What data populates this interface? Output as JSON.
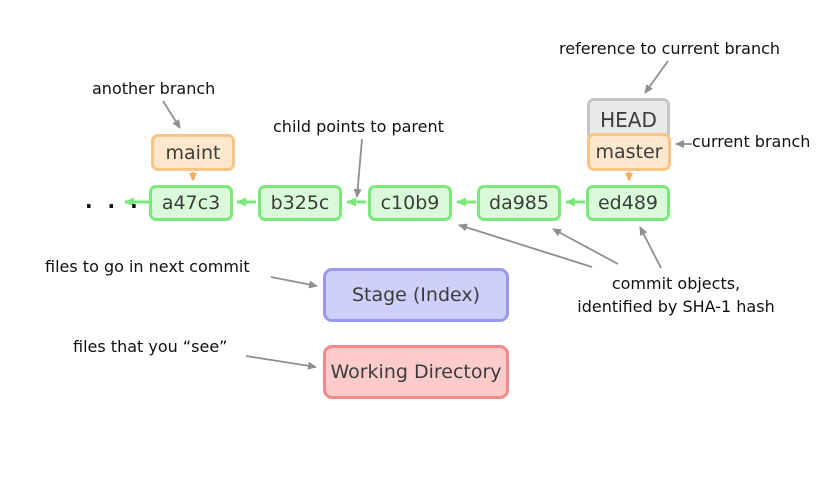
{
  "diagram": {
    "ellipsis": ". . .",
    "labels": {
      "another_branch": "another branch",
      "child_points_to_parent": "child points to parent",
      "reference_to_current_branch": "reference to current branch",
      "current_branch": "current branch",
      "files_next_commit": "files to go in next commit",
      "files_you_see": "files that you “see”",
      "commit_objects_line1": "commit objects,",
      "commit_objects_line2": "identified by SHA-1 hash"
    },
    "nodes": {
      "head": {
        "label": "HEAD"
      },
      "master": {
        "label": "master"
      },
      "maint": {
        "label": "maint"
      },
      "stage": {
        "label": "Stage (Index)"
      },
      "working_directory": {
        "label": "Working Directory"
      }
    },
    "commits": [
      {
        "id": "a47c3"
      },
      {
        "id": "b325c"
      },
      {
        "id": "c10b9"
      },
      {
        "id": "da985"
      },
      {
        "id": "ed489"
      }
    ],
    "colors": {
      "commit_fill": "#d9fbd9",
      "commit_border": "#7ae87a",
      "branch_fill": "#fde8cd",
      "branch_border": "#f9c488",
      "head_fill": "#e9e9e9",
      "head_border": "#c6c6c6",
      "stage_fill": "#cfcffb",
      "stage_border": "#9a9aec",
      "working_fill": "#fdcbcb",
      "working_border": "#f18c8c",
      "green_arrow": "#7ae87a",
      "orange_arrow": "#f5ab66",
      "gray_arrow": "#8f8f8f"
    }
  }
}
